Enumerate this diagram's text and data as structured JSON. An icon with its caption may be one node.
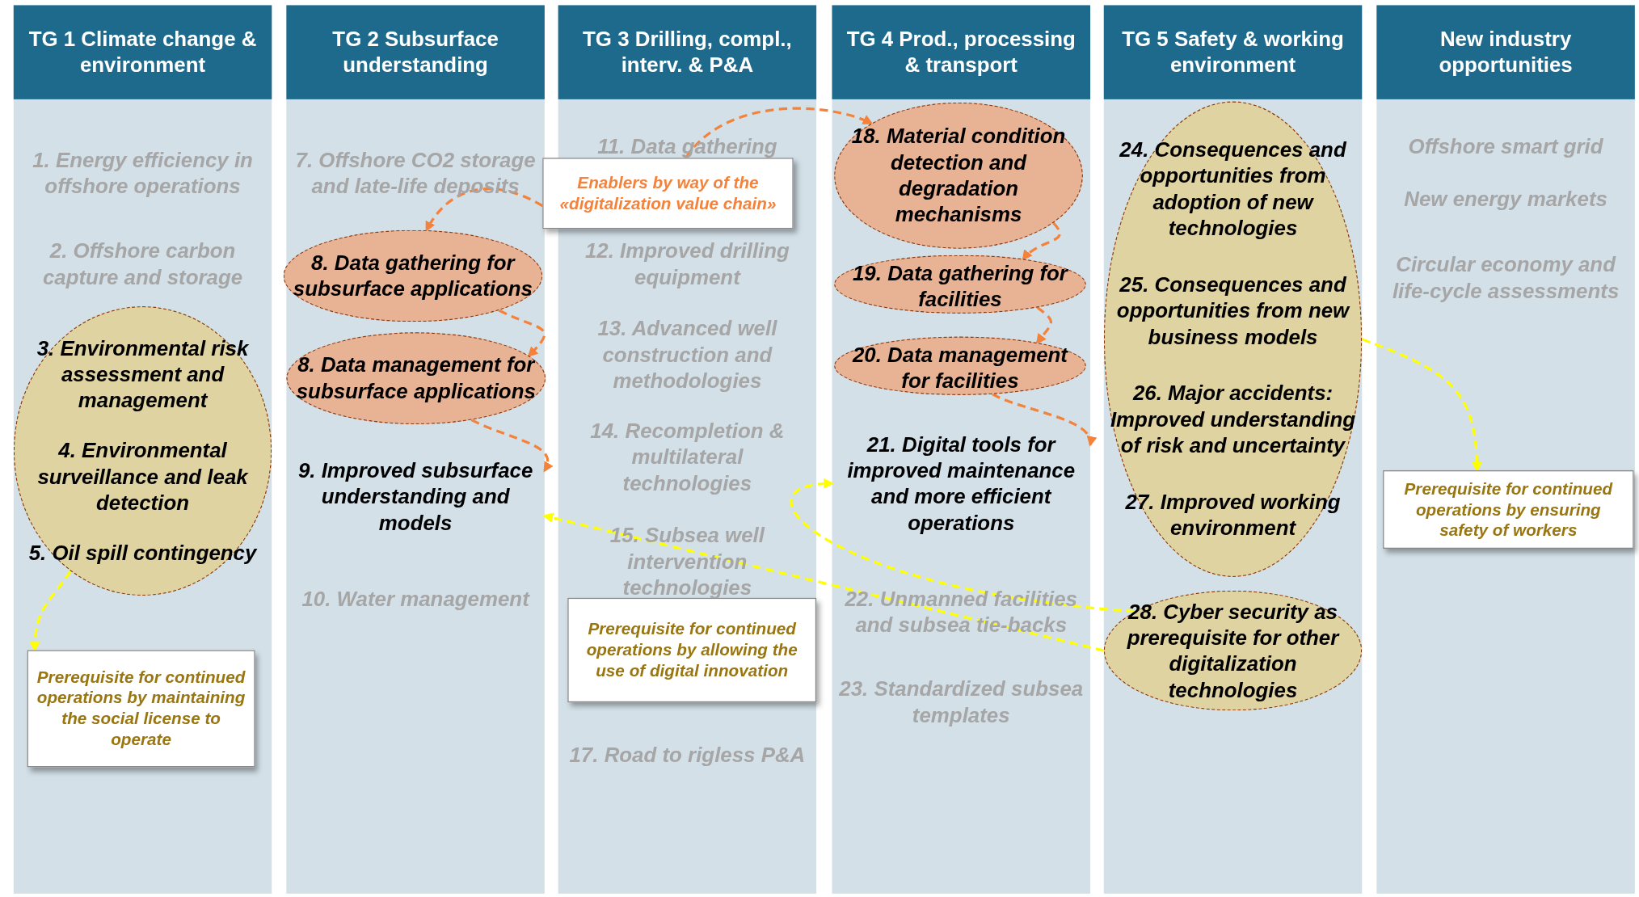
{
  "diagram": {
    "nodes": [
      {
        "text": [
          "TG 1 Climate change & environment"
        ]
      },
      {
        "text": [
          "1. Energy efficiency in offshore operations"
        ],
        "in": 0
      },
      {
        "text": [
          "2. Offshore carbon capture and storage"
        ],
        "in": 0
      },
      {
        "text": [
          "3. Environmental risk assessment and management",
          "4. Environmental surveillance and leak detection",
          "5. Oil spill contingency"
        ],
        "in": 0
      },
      {
        "text": [
          "Prerequisite for continued operations by maintaining the social license to operate"
        ],
        "in": 0
      },
      {
        "text": [
          "TG 2 Subsurface understanding"
        ]
      },
      {
        "text": [
          "7. Offshore CO2 storage and late-life deposits"
        ],
        "in": 5
      },
      {
        "text": [
          "8. Data gathering for subsurface applications"
        ],
        "in": 5
      },
      {
        "text": [
          "8. Data management for subsurface applications"
        ],
        "in": 5
      },
      {
        "text": [
          "9. Improved subsurface understanding and models"
        ],
        "in": 5
      },
      {
        "text": [
          "10. Water management"
        ],
        "in": 5
      },
      {
        "text": [
          "TG 3 Drilling, compl., interv. & P&A"
        ]
      },
      {
        "text": [
          "11. Data gathering"
        ],
        "in": 11
      },
      {
        "text": [
          "Enablers by way of the «digitalization value chain»"
        ]
      },
      {
        "text": [
          "12. Improved drilling equipment"
        ],
        "in": 11
      },
      {
        "text": [
          "13. Advanced well construction and methodologies"
        ],
        "in": 11
      },
      {
        "text": [
          "14. Recompletion & multilateral technologies"
        ],
        "in": 11
      },
      {
        "text": [
          "15. Subsea well intervention technologies"
        ],
        "in": 11
      },
      {
        "text": [
          "Prerequisite for continued operations by allowing the use of digital innovation"
        ],
        "in": 11
      },
      {
        "text": [
          "17. Road to rigless P&A"
        ],
        "in": 11
      },
      {
        "text": [
          "TG 4 Prod., processing & transport"
        ]
      },
      {
        "text": [
          "18. Material condition detection and degradation mechanisms"
        ],
        "in": 20
      },
      {
        "text": [
          "19. Data gathering for facilities"
        ],
        "in": 20
      },
      {
        "text": [
          "20. Data management for facilities"
        ],
        "in": 20
      },
      {
        "text": [
          "21. Digital tools for improved maintenance and more efficient operations"
        ],
        "in": 20
      },
      {
        "text": [
          "22. Unmanned facilities and subsea tie-backs"
        ],
        "in": 20
      },
      {
        "text": [
          "23. Standardized subsea templates"
        ],
        "in": 20
      },
      {
        "text": [
          "TG 5 Safety & working environment"
        ]
      },
      {
        "text": [
          "24. Consequences and opportunities from adoption of new technologies",
          "25. Consequences and opportunities from new business models",
          "26. Major accidents: Improved understanding of risk and uncertainty",
          "27. Improved working environment"
        ],
        "in": 27
      },
      {
        "text": [
          "28. Cyber security as prerequisite for other digitalization technologies"
        ],
        "in": 27
      },
      {
        "text": [
          "New industry opportunities"
        ]
      },
      {
        "text": [
          "Offshore smart grid"
        ],
        "in": 30
      },
      {
        "text": [
          "New energy markets"
        ],
        "in": 30
      },
      {
        "text": [
          "Circular economy and life-cycle assessments"
        ],
        "in": 30
      },
      {
        "text": [
          "Prerequisite for continued operations by ensuring safety of workers"
        ],
        "in": 30
      }
    ],
    "edges": [
      {
        "from": 13,
        "to": 7,
        "arrow": "to",
        "style": "dashed"
      },
      {
        "from": 13,
        "to": 21,
        "arrow": "to",
        "style": "dashed"
      },
      {
        "from": 7,
        "to": 8,
        "arrow": "to",
        "style": "dashed"
      },
      {
        "from": 8,
        "to": 9,
        "arrow": "to",
        "style": "dashed"
      },
      {
        "from": 21,
        "to": 22,
        "arrow": "to",
        "style": "dashed"
      },
      {
        "from": 22,
        "to": 23,
        "arrow": "to",
        "style": "dashed"
      },
      {
        "from": 23,
        "to": 24,
        "arrow": "to",
        "style": "dashed"
      },
      {
        "from": 3,
        "to": 4,
        "arrow": "to",
        "style": "dashed",
        "color": "#ffff00"
      },
      {
        "from": 29,
        "to": 9,
        "arrow": "to",
        "style": "dashed",
        "color": "#ffff00"
      },
      {
        "from": 29,
        "to": 24,
        "arrow": "to",
        "style": "dashed",
        "color": "#ffff00"
      },
      {
        "from": 28,
        "to": 34,
        "arrow": "to",
        "style": "dashed",
        "color": "#ffff00"
      }
    ]
  }
}
